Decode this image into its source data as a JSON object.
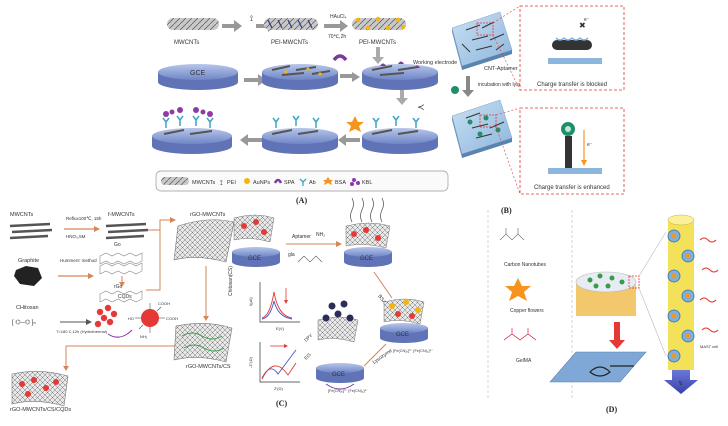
{
  "panel_a": {
    "label": "(A)",
    "mwcnts": "MWCNTs",
    "pei_mwcnts": "PEI-MWCNTs",
    "haucl4": "HAuCl₄",
    "condition": "70℃,2h",
    "gce": "GCE",
    "legend": [
      "MWCNTs",
      "PEI",
      "AuNPs",
      "SPA",
      "Ab",
      "BSA",
      "KBL"
    ]
  },
  "panel_b": {
    "label": "(B)",
    "working_electrode": "Working electrode",
    "cnt_aptamer": "CNT-Aptamer",
    "incubation": "incubation with lysozyme",
    "blocked": "Charge transfer is blocked",
    "enhanced": "Charge transfer is enhanced",
    "e_minus": "e⁻"
  },
  "panel_c": {
    "label": "(C)",
    "mwcnts": "MWCNTs",
    "reflux": "Reflux100℃, 15h",
    "hno3": "HNO₃,5M",
    "f_mwcnts": "f-MWCNTs",
    "rgo_mwcnts_top": "rGO-MWCNTs",
    "graphite": "Graphite",
    "hummers": "Hummers' method",
    "go": "Go",
    "rgo": "rGo",
    "chitosan_cs": "Chitosan(CS)",
    "chitosan": "CHitosan",
    "cqds": "CQDs",
    "hydrothermal": "T=180 C,12h (Hydrothermal)",
    "rgo_mwcnts_cs": "rGO-MWCNTs/CS",
    "rgo_mwcnts_cs_cqds": "rGO-MWCNTs/CS/CQDs",
    "gce": "GCE",
    "aptamer": "Aptamer",
    "nh2": "NH₂",
    "gla": "gla",
    "bsa": "BSA",
    "lysozyme": "Lysozyme",
    "dpv": "DPV",
    "eis": "EIS",
    "redox_pair": "[Fe(CN)₆]³⁻ [Fe(CN)₆]⁴⁻",
    "cooh": "COOH",
    "ho": "HO",
    "i_axis": "I(μA)",
    "e_axis": "E(V)",
    "zprime_axis": "Z'(Ω)",
    "zdouble_axis": "-Z''(Ω)"
  },
  "panel_d": {
    "label": "(D)",
    "carbon_nanotubes": "Carbon Nanotubes",
    "copper_flowers": "Copper flowers",
    "gelma": "GelMA",
    "mast_cell": "MAST cell"
  }
}
